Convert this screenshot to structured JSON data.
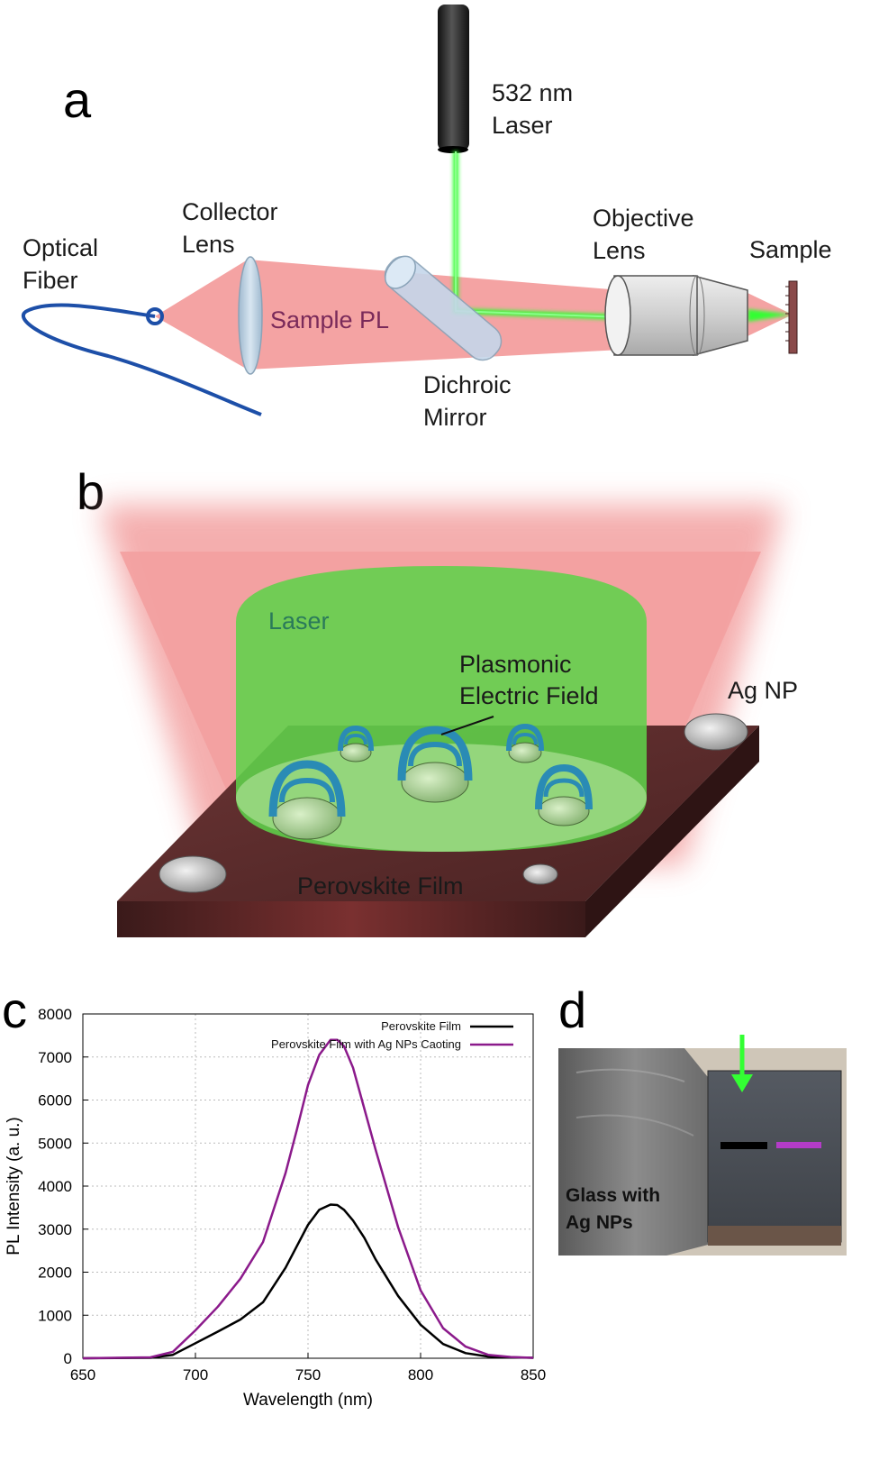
{
  "panel_a": {
    "letter": "a",
    "laser_label": [
      "532 nm",
      "Laser"
    ],
    "collector_lens_label": [
      "Collector",
      "Lens"
    ],
    "optical_fiber_label": [
      "Optical",
      "Fiber"
    ],
    "objective_lens_label": [
      "Objective",
      "Lens"
    ],
    "sample_label": "Sample",
    "sample_pl_label": "Sample PL",
    "dichroic_mirror_label": [
      "Dichroic",
      "Mirror"
    ]
  },
  "panel_b": {
    "letter": "b",
    "laser_label": "Laser",
    "plasmonic_label": [
      "Plasmonic",
      "Electric Field"
    ],
    "ag_np_label": "Ag NP",
    "film_label": "Perovskite Film"
  },
  "panel_c": {
    "letter": "c"
  },
  "panel_d": {
    "letter": "d",
    "photo_label": [
      "Glass with",
      "Ag NPs"
    ]
  },
  "colors": {
    "pl_red": "#f08a8a",
    "laser_green": "#33ff33",
    "fiber_blue": "#1d4fa8",
    "plasmon_blue": "#2a8bb5",
    "film_brown": "#5a2a2a",
    "series_black": "#000000",
    "series_purple": "#8b1a8b"
  },
  "chart_data": {
    "type": "line",
    "xlabel": "Wavelength (nm)",
    "ylabel": "PL Intensity (a. u.)",
    "xlim": [
      650,
      850
    ],
    "ylim": [
      0,
      8000
    ],
    "xticks": [
      650,
      700,
      750,
      800,
      850
    ],
    "yticks": [
      0,
      1000,
      2000,
      3000,
      4000,
      5000,
      6000,
      7000,
      8000
    ],
    "grid": true,
    "legend_position": "top-right",
    "series": [
      {
        "name": "Perovskite Film",
        "color": "#000000",
        "x": [
          650,
          680,
          690,
          700,
          710,
          720,
          730,
          740,
          745,
          750,
          755,
          760,
          763,
          766,
          770,
          775,
          780,
          790,
          800,
          810,
          820,
          830,
          840,
          850
        ],
        "y": [
          0,
          10,
          80,
          350,
          620,
          900,
          1300,
          2100,
          2600,
          3100,
          3450,
          3570,
          3560,
          3450,
          3200,
          2800,
          2300,
          1450,
          780,
          330,
          120,
          40,
          20,
          10
        ]
      },
      {
        "name": "Perovskite Film with Ag NPs Caoting",
        "color": "#8b1a8b",
        "x": [
          650,
          680,
          690,
          700,
          710,
          720,
          730,
          740,
          745,
          750,
          755,
          760,
          763,
          766,
          770,
          775,
          780,
          790,
          800,
          810,
          820,
          830,
          840,
          850
        ],
        "y": [
          0,
          20,
          150,
          650,
          1200,
          1850,
          2700,
          4300,
          5300,
          6350,
          7050,
          7400,
          7400,
          7250,
          6750,
          5800,
          4850,
          3050,
          1580,
          700,
          270,
          80,
          30,
          10
        ]
      }
    ]
  }
}
